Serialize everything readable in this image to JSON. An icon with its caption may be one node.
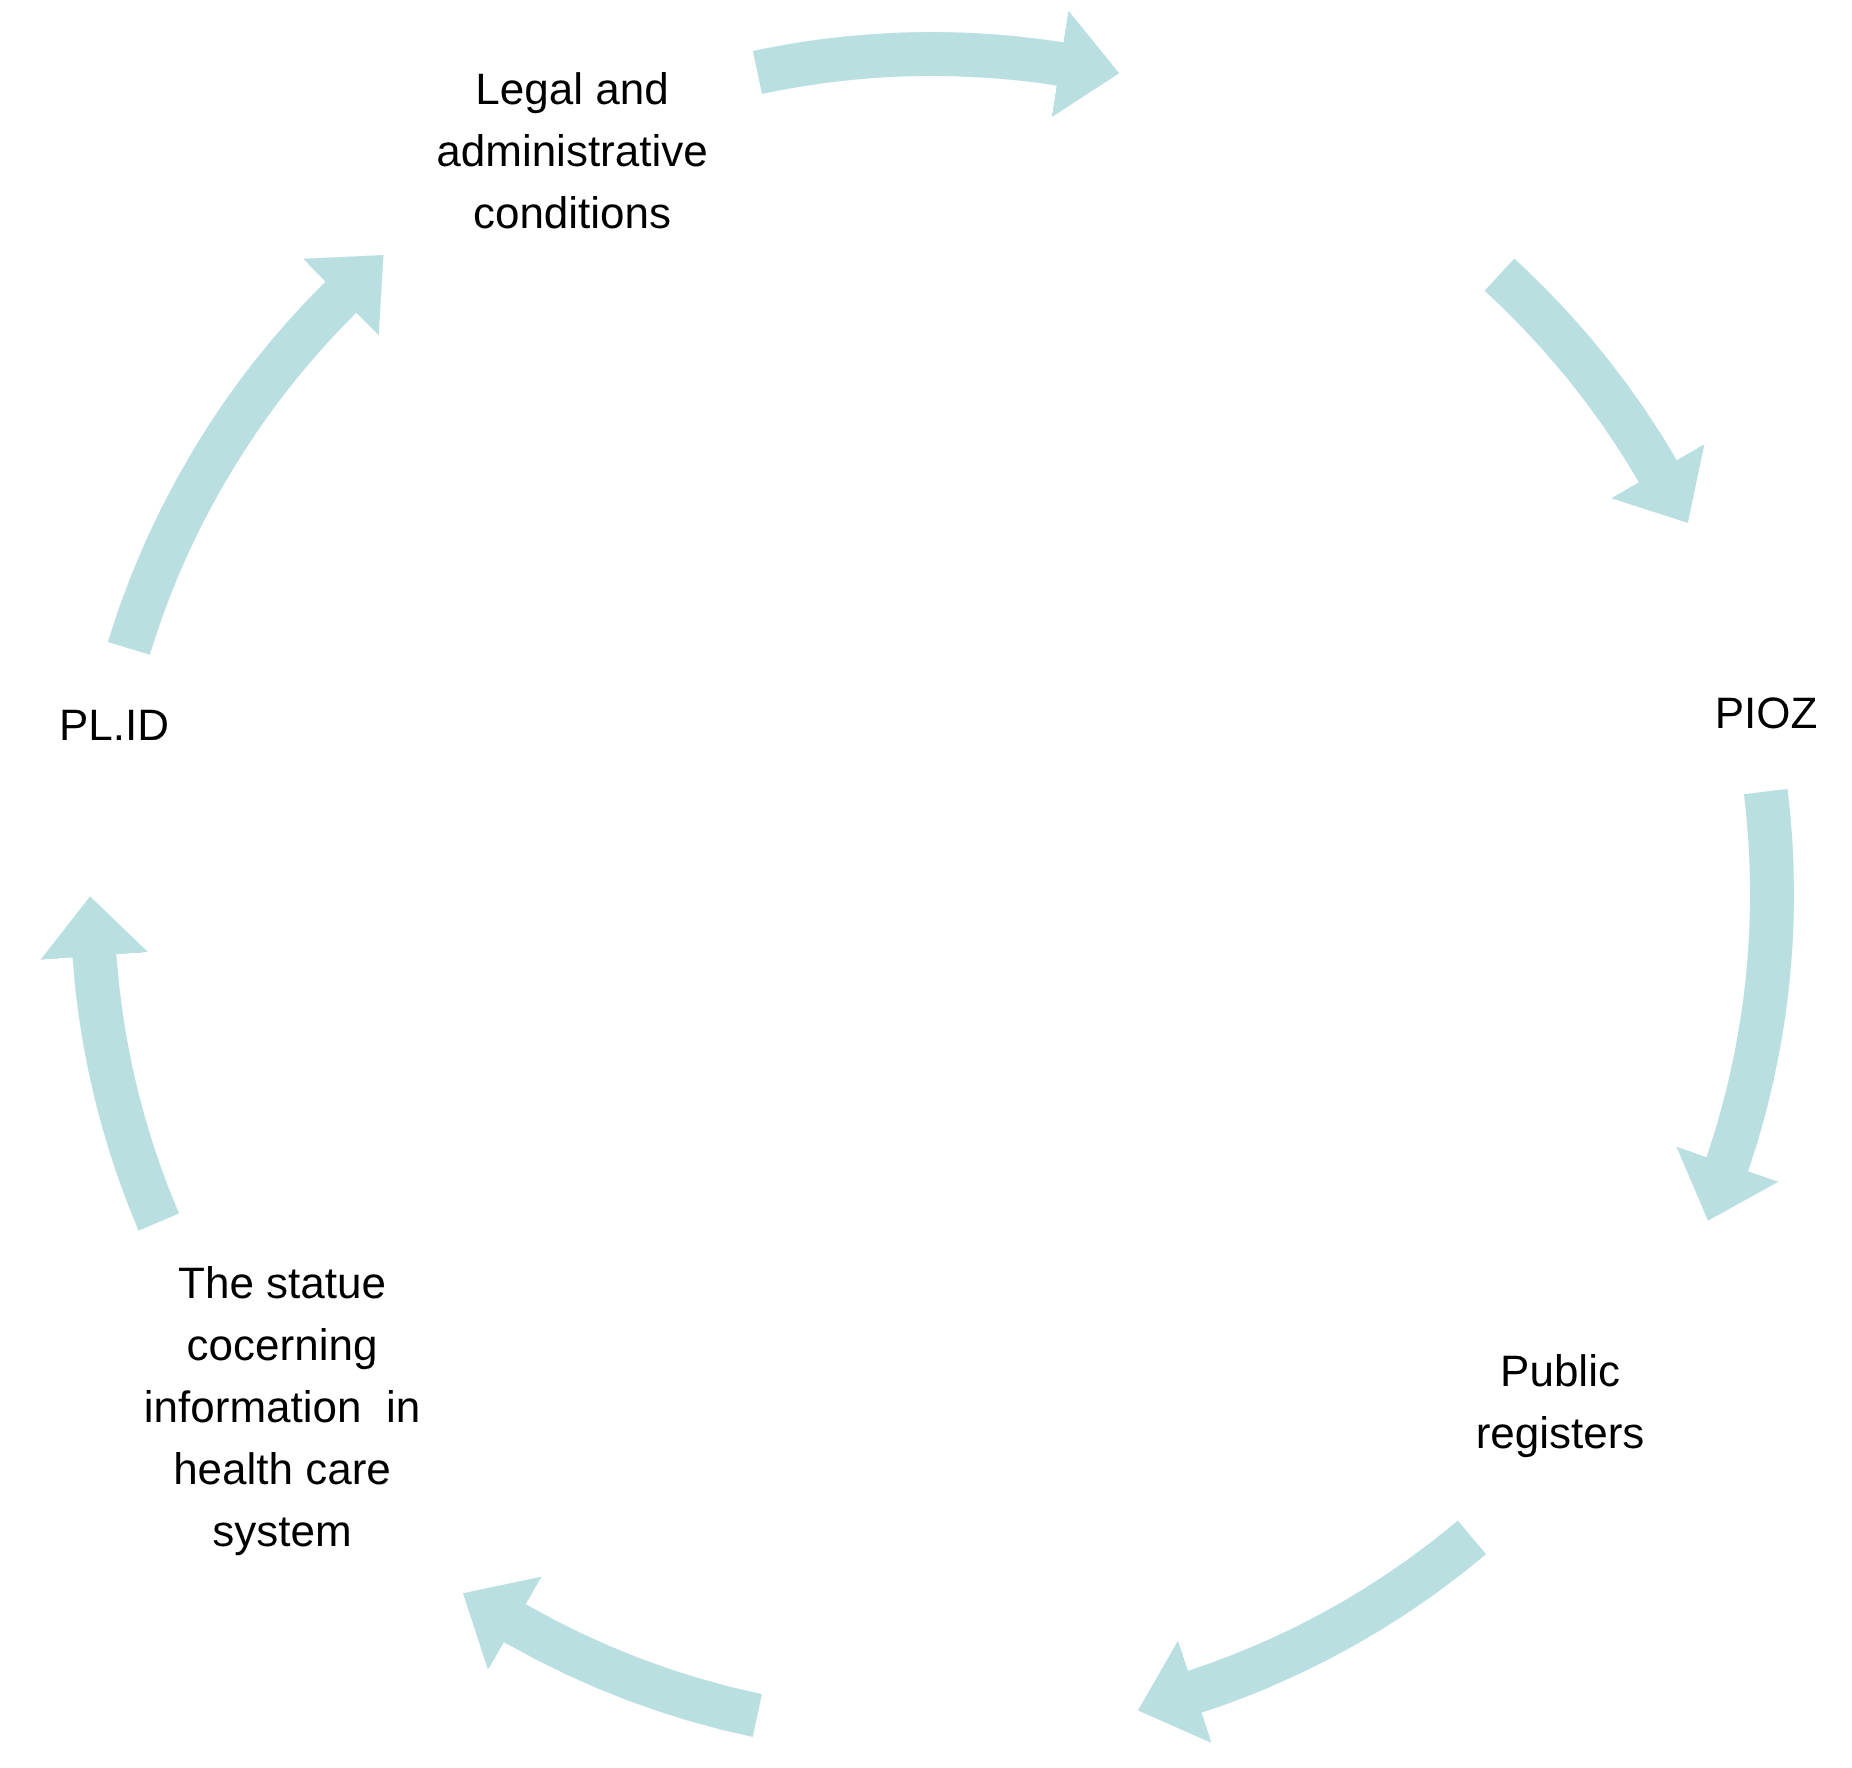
{
  "diagram": {
    "nodes": [
      {
        "text": [
          "Legal and administrative conditions"
        ]
      },
      {
        "text": [
          "PIOZ"
        ]
      },
      {
        "text": [
          "Public registers"
        ]
      },
      {
        "text": [
          "The statue cocerning information  in health care system"
        ]
      },
      {
        "text": [
          "PL.ID"
        ]
      }
    ],
    "edges": [
      {
        "from": 0,
        "to": null,
        "arrow": "to"
      },
      {
        "from": null,
        "to": 1,
        "arrow": "to"
      },
      {
        "from": 1,
        "to": 2,
        "arrow": "to"
      },
      {
        "from": 2,
        "to": null,
        "arrow": "to"
      },
      {
        "from": null,
        "to": 3,
        "arrow": "to"
      },
      {
        "from": 3,
        "to": 4,
        "arrow": "to"
      },
      {
        "from": 4,
        "to": 0,
        "arrow": "to"
      }
    ]
  }
}
